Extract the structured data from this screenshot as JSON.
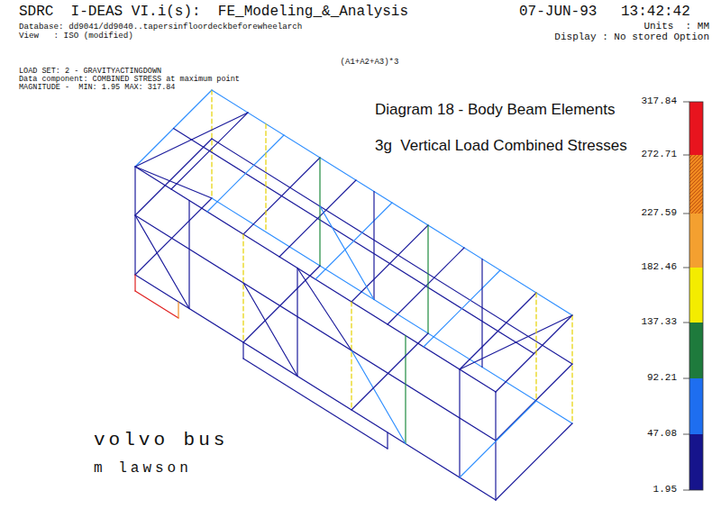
{
  "diagram": {
    "title": "Diagram 18 - Body Beam Elements",
    "caption": "3g  Vertical Load Combined Stresses",
    "labels": [
      "SDRC  I-DEAS VI.i(s):  FE_Modeling_&_Analysis",
      "07-JUN-93",
      "13:42:42",
      "Database: dd9041/dd9040..tapersinfloordeckbeforewheelarch",
      "Units  : MM",
      "View   : ISO (modified)",
      "Display : No stored Option",
      "(A1+A2+A3)*3",
      "LOAD SET: 2 - GRAVITYACTINGDOWN",
      "Data component: COMBINED STRESS at maximum point",
      "MAGNITUDE -  MIN: 1.95 MAX: 317.84",
      "volvo bus",
      "m lawson",
      "317.84",
      "272.71",
      "227.59",
      "182.46",
      "137.33",
      "92.21",
      "47.08",
      "1.95"
    ]
  }
}
